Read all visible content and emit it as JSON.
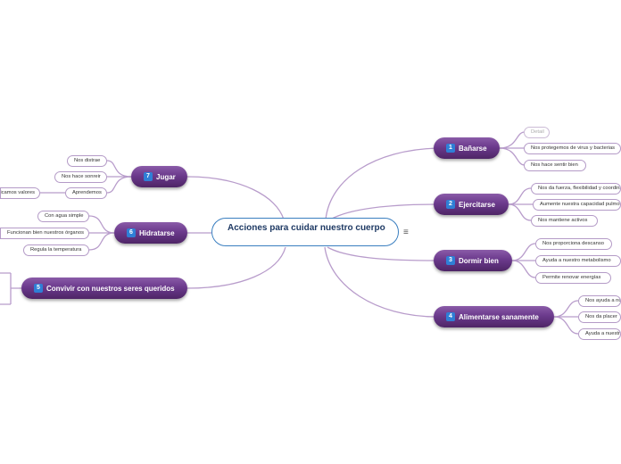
{
  "central": {
    "title": "Acciones para cuidar nuestro cuerpo",
    "menu_icon": "≡"
  },
  "branches": {
    "b1": {
      "number": "1",
      "label": "Bañarse",
      "subs": [
        "Detail",
        "Nos protegemos de virus y bacterias",
        "Nos hace sentir bien"
      ]
    },
    "b2": {
      "number": "2",
      "label": "Ejercitarse",
      "subs": [
        "Nos da fuerza, flexibilidad y coordinación",
        "Aumente nuestra capacidad pulmonar",
        "Nos mantiene activos"
      ]
    },
    "b3": {
      "number": "3",
      "label": "Dormir bien",
      "subs": [
        "Nos proporciona descanso",
        "Ayuda a nuestro metabolismo",
        "Permite renovar energías"
      ]
    },
    "b4": {
      "number": "4",
      "label": "Alimentarse sanamente",
      "subs": [
        "Nos ayuda a nuestro crecimiento",
        "Nos da placer",
        "Ayuda a nuestro desarrollo"
      ]
    },
    "b5": {
      "number": "5",
      "label": "Convivir con nuestros seres queridos"
    },
    "b6": {
      "number": "6",
      "label": "Hidratarse",
      "subs": [
        "Con agua simple",
        "Funcionan bien nuestros órganos",
        "Regula la temperatura"
      ]
    },
    "b7": {
      "number": "7",
      "label": "Jugar",
      "subs": [
        "Nos distrae",
        "Nos hace sonreir",
        "Aprendemos",
        "Practicamos valores"
      ]
    }
  },
  "colors": {
    "connector": "#b89ccb",
    "central_border": "#3a7fc0",
    "main_node": "#6b3a8c",
    "number_badge": "#2f7fd6"
  }
}
